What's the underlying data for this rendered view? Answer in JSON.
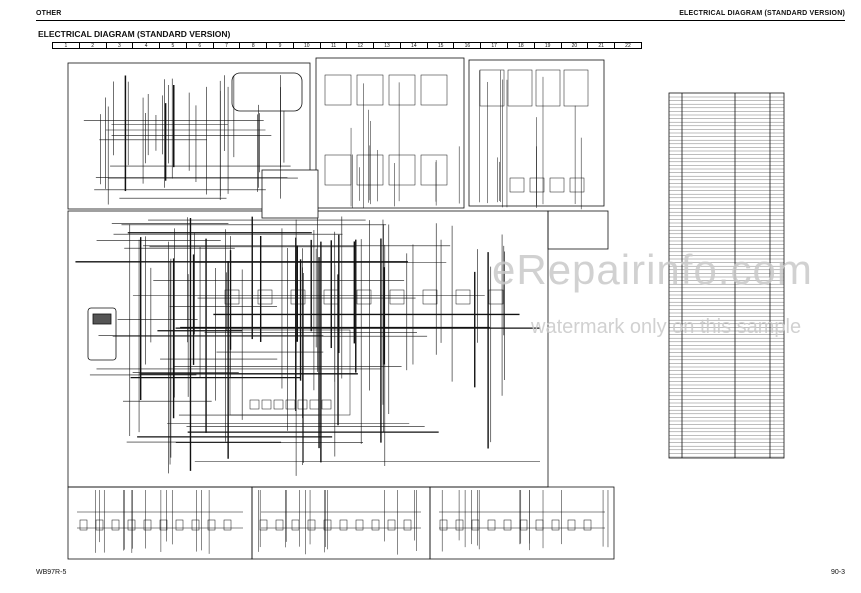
{
  "header": {
    "section": "OTHER",
    "page_heading": "ELECTRICAL DIAGRAM (STANDARD VERSION)"
  },
  "title": "ELECTRICAL DIAGRAM (STANDARD VERSION)",
  "grid_columns": [
    "1",
    "2",
    "3",
    "4",
    "5",
    "6",
    "7",
    "8",
    "9",
    "10",
    "11",
    "12",
    "13",
    "14",
    "15",
    "16",
    "17",
    "18",
    "19",
    "20",
    "21",
    "22"
  ],
  "watermark": {
    "site": "eRepairinfo.com",
    "note": "watermark only on this sample"
  },
  "footer": {
    "model": "WB97R-5",
    "page": "90-3"
  },
  "colors": {
    "ink": "#111111",
    "watermark": "#c9c9c9",
    "frame": "#000000"
  }
}
